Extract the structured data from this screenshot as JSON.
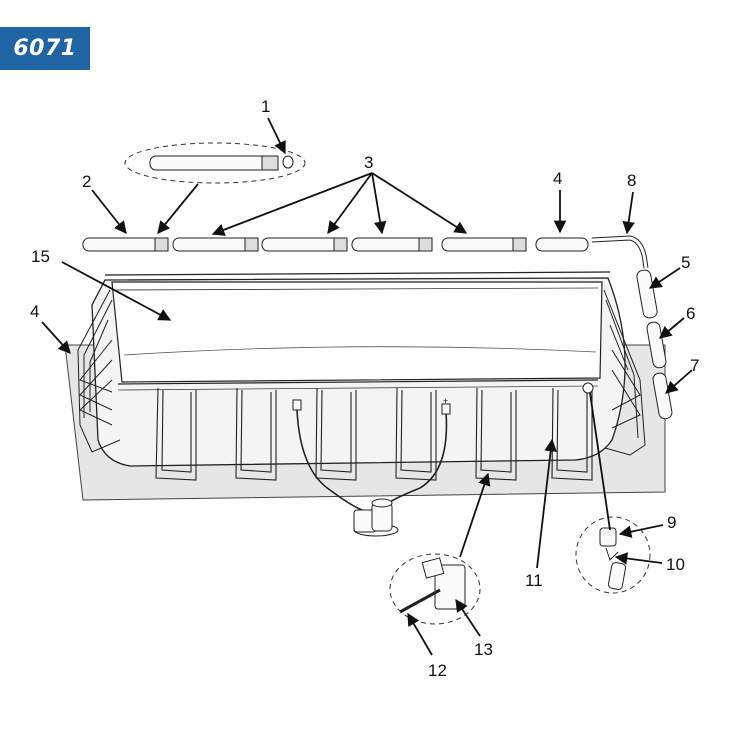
{
  "badge": {
    "text": "6071",
    "color": "#1f64a3"
  },
  "callouts": [
    {
      "number": "1"
    },
    {
      "number": "2"
    },
    {
      "number": "3"
    },
    {
      "number": "4"
    },
    {
      "number": "8"
    },
    {
      "number": "15"
    },
    {
      "number": "4"
    },
    {
      "number": "5"
    },
    {
      "number": "6"
    },
    {
      "number": "7"
    },
    {
      "number": "9"
    },
    {
      "number": "10"
    },
    {
      "number": "11"
    },
    {
      "number": "12"
    },
    {
      "number": "13"
    }
  ]
}
